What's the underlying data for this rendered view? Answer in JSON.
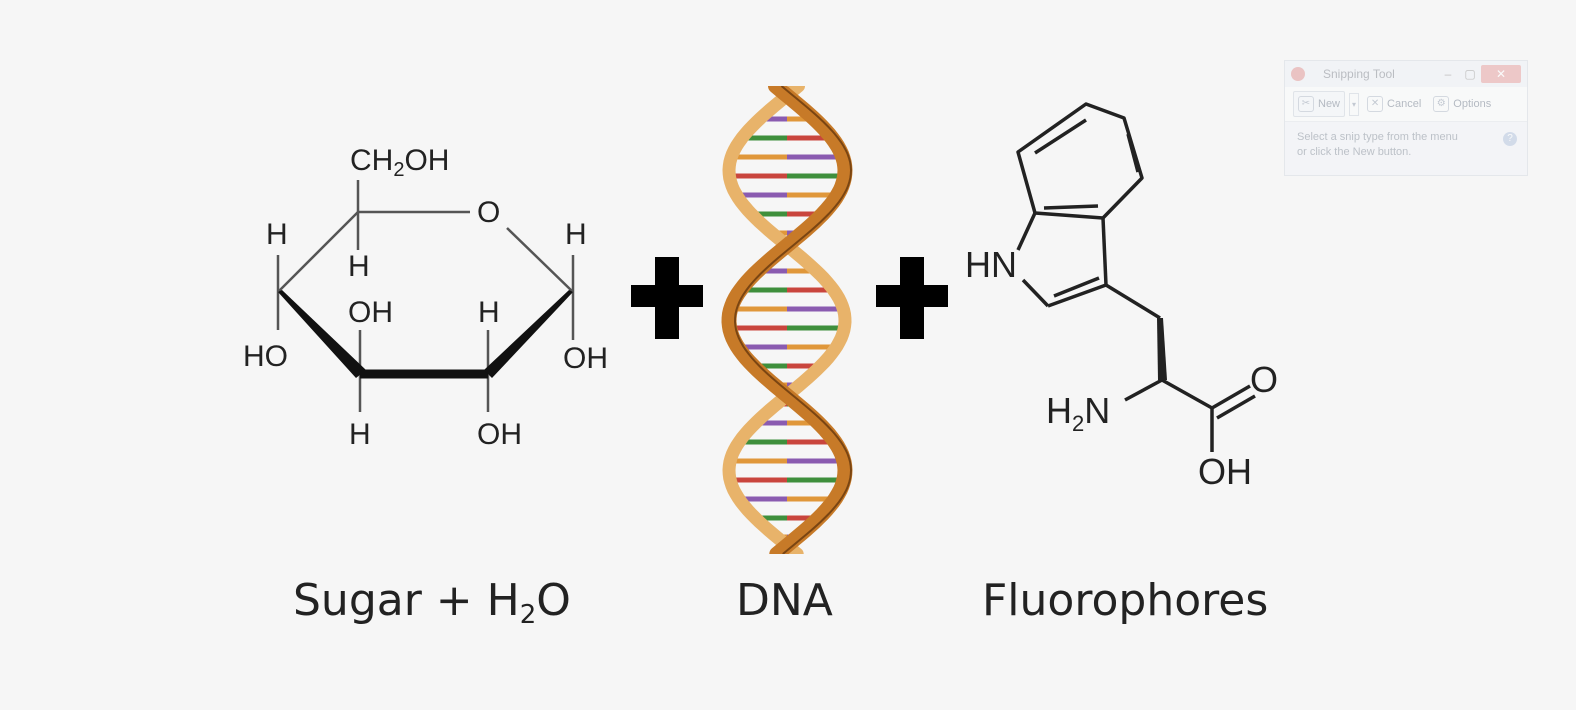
{
  "slide": {
    "sugar": {
      "atoms": {
        "ch2oh_prefix": "CH",
        "ch2oh_sub": "2",
        "ch2oh_suffix": "OH",
        "ring_o": "O",
        "h_c5_left": "H",
        "h_c1_right": "H",
        "h_c4": "H",
        "oh_c3": "OH",
        "h_c2": "H",
        "ho_c4": "HO",
        "oh_c1": "OH",
        "h_c3_bottom": "H",
        "oh_c2_bottom": "OH"
      },
      "caption_prefix": "Sugar + H",
      "caption_sub": "2",
      "caption_suffix": "O"
    },
    "plus_1": "+",
    "dna": {
      "caption": "DNA"
    },
    "plus_2": "+",
    "fluorophore": {
      "atoms": {
        "hn": "HN",
        "h2n_prefix": "H",
        "h2n_sub": "2",
        "h2n_suffix": "N",
        "carbonyl_o": "O",
        "acid_oh": "OH"
      },
      "caption": "Fluorophores"
    }
  },
  "snipping_tool": {
    "title": "Snipping Tool",
    "minimize": "–",
    "maximize": "▢",
    "close": "✕",
    "new_label": "New",
    "dropdown": "▾",
    "cancel_label": "Cancel",
    "options_label": "Options",
    "message_line1": "Select a snip type from the menu",
    "message_line2": "or click the New button.",
    "help": "?"
  },
  "colors": {
    "background": "#f6f6f6",
    "ink": "#222222",
    "dna_backbone": "#c77a28",
    "dna_backbone_light": "#e8b36a",
    "base_red": "#c9453d",
    "base_green": "#3f8f3c",
    "base_purple": "#8a5bb0",
    "base_orange": "#e0973a"
  }
}
